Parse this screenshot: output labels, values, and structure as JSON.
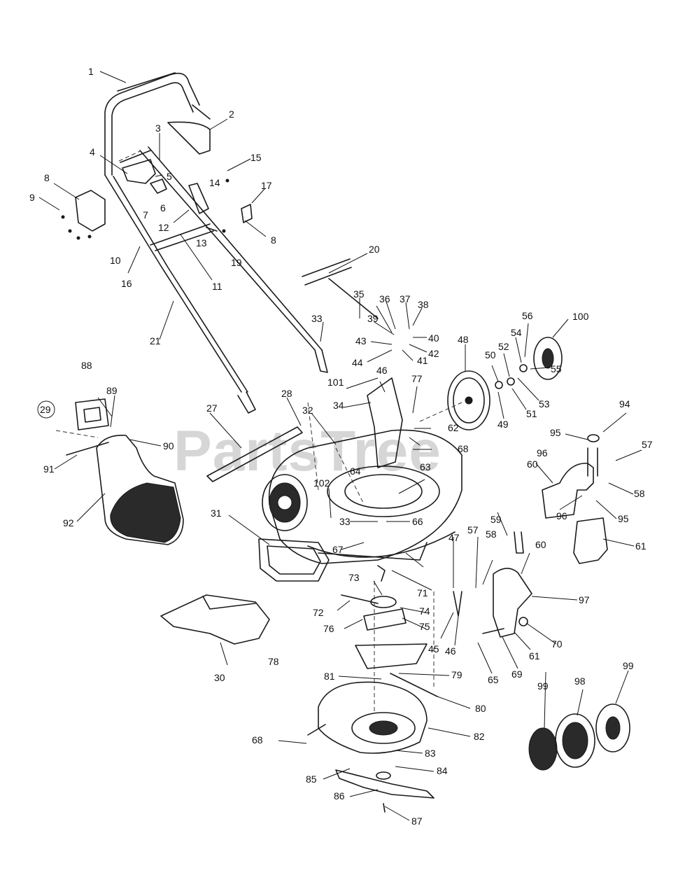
{
  "watermark": "PartsTree",
  "kit_badge": "29",
  "labels": [
    "1",
    "2",
    "3",
    "4",
    "5",
    "6",
    "7",
    "8",
    "9",
    "10",
    "11",
    "12",
    "13",
    "14",
    "15",
    "16",
    "17",
    "8",
    "19",
    "20",
    "21",
    "27",
    "28",
    "30",
    "31",
    "32",
    "33",
    "33",
    "34",
    "35",
    "36",
    "37",
    "38",
    "39",
    "40",
    "41",
    "42",
    "43",
    "44",
    "45",
    "46",
    "46",
    "47",
    "48",
    "49",
    "50",
    "51",
    "52",
    "53",
    "54",
    "55",
    "56",
    "57",
    "57",
    "58",
    "58",
    "59",
    "60",
    "60",
    "61",
    "61",
    "62",
    "63",
    "64",
    "65",
    "66",
    "67",
    "68",
    "68",
    "69",
    "70",
    "71",
    "72",
    "73",
    "74",
    "75",
    "76",
    "77",
    "78",
    "79",
    "80",
    "81",
    "82",
    "83",
    "84",
    "85",
    "86",
    "87",
    "88",
    "89",
    "90",
    "91",
    "92",
    "94",
    "95",
    "95",
    "96",
    "96",
    "97",
    "98",
    "99",
    "99",
    "100",
    "101",
    "102"
  ],
  "colors": {
    "ink": "#1a1a1a",
    "watermark": "#d6d6d6"
  }
}
